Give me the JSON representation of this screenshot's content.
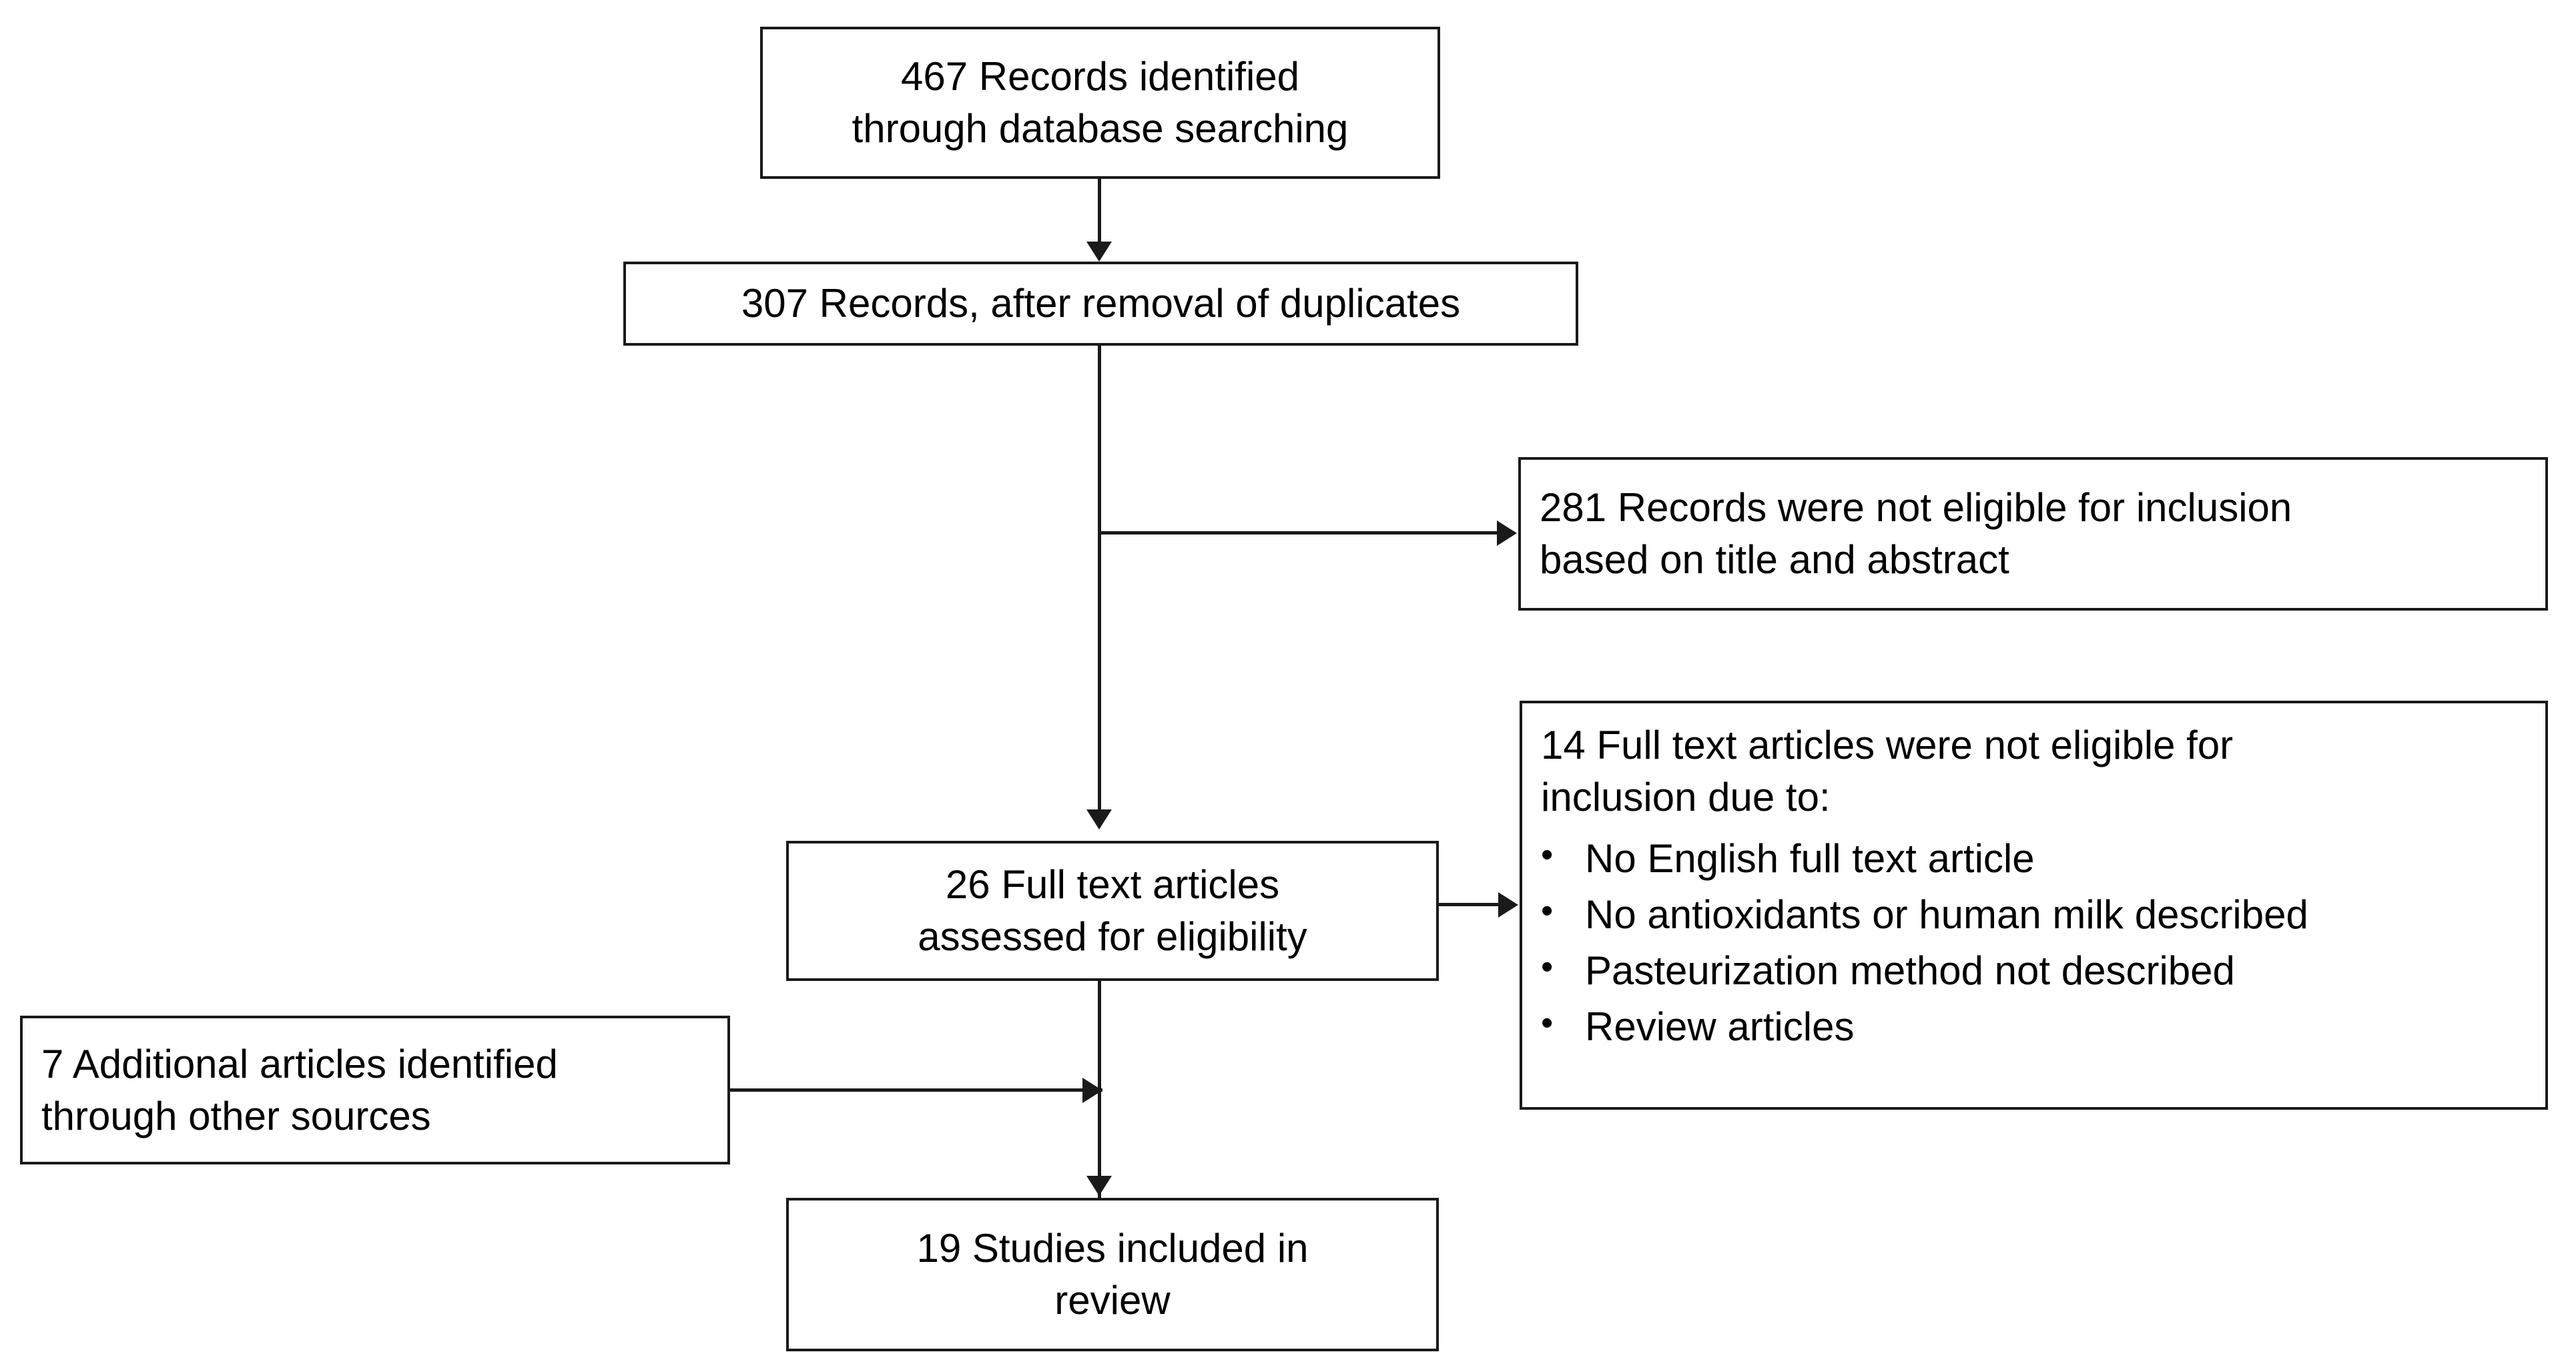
{
  "diagram": {
    "type": "prisma-flow-diagram",
    "line_color": "#1a1a1a",
    "background": "#ffffff",
    "nodes": {
      "identified": {
        "line1": "467 Records identified",
        "line2": "through database searching"
      },
      "after_duplicates": {
        "line1": "307 Records, after removal of duplicates"
      },
      "not_eligible_title_abstract": {
        "line1": "281 Records were not eligible for inclusion",
        "line2": "based on title and abstract"
      },
      "full_text_assessed": {
        "line1": "26 Full text articles",
        "line2": "assessed for eligibility"
      },
      "full_text_excluded": {
        "line1": "14 Full text articles were not eligible for",
        "line2": "inclusion due to:",
        "bullet_glyph": "•",
        "reasons": [
          "No English full text article",
          "No antioxidants or human milk described",
          "Pasteurization method not described",
          "Review articles"
        ]
      },
      "additional_articles": {
        "line1": "7 Additional articles identified",
        "line2": "through other sources"
      },
      "included": {
        "line1": "19 Studies included in",
        "line2": "review"
      }
    }
  }
}
